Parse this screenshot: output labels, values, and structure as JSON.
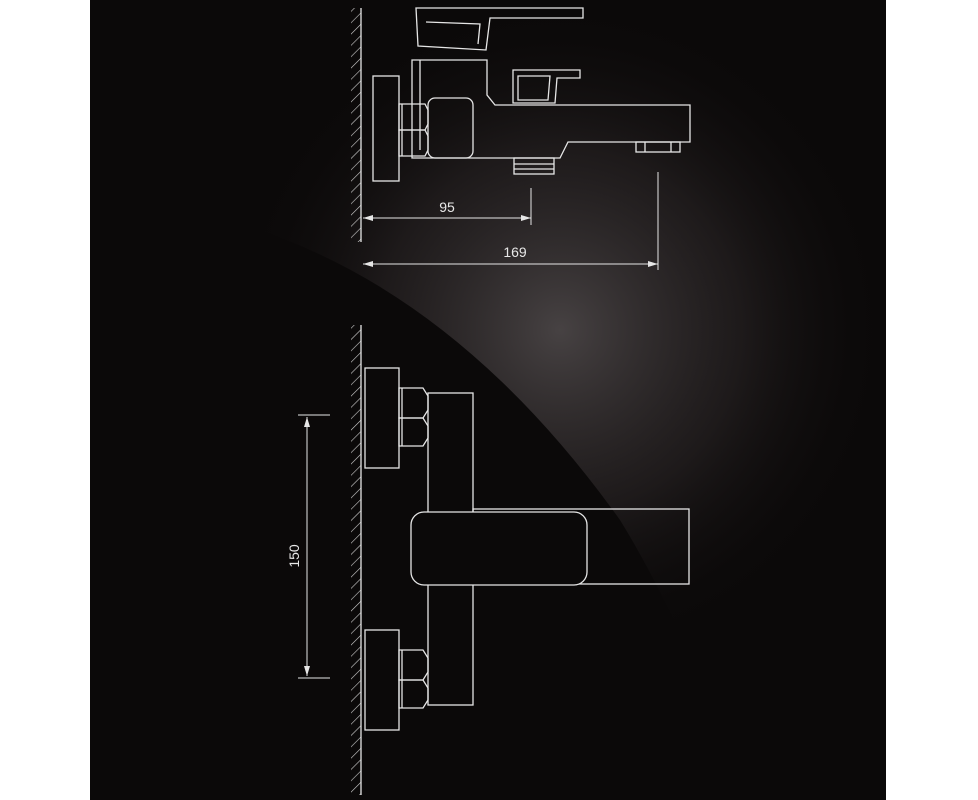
{
  "diagram": {
    "side_view": {
      "dimensions": [
        {
          "label": "95"
        },
        {
          "label": "169"
        }
      ]
    },
    "front_view": {
      "dimensions": [
        {
          "label": "150"
        }
      ]
    }
  },
  "colors": {
    "background": "#0b0909",
    "line": "#e6e6e6",
    "highlight": "#4a4546"
  }
}
